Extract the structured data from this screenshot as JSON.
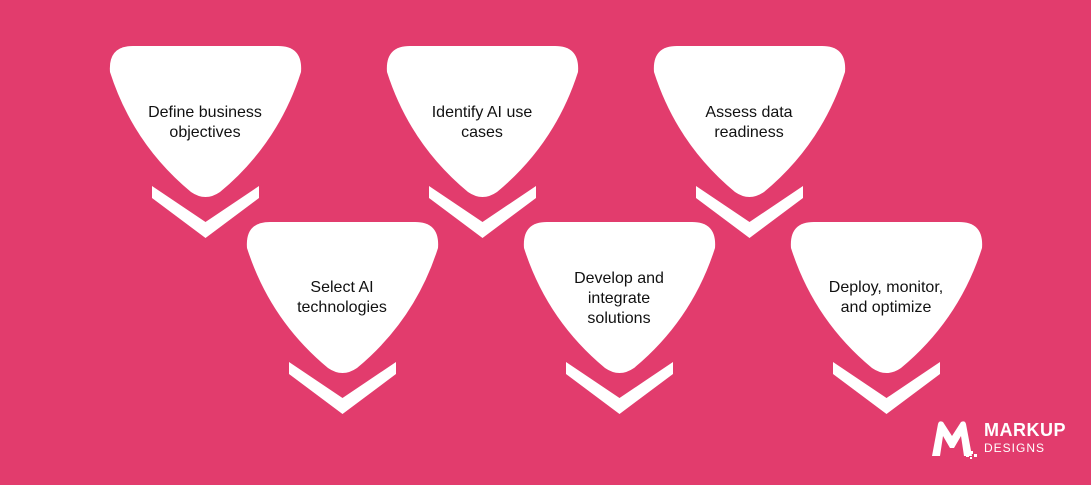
{
  "steps": [
    {
      "label": "Define business objectives"
    },
    {
      "label": "Identify AI use cases"
    },
    {
      "label": "Assess data readiness"
    },
    {
      "label": "Select AI technologies"
    },
    {
      "label": "Develop and integrate solutions"
    },
    {
      "label": "Deploy, monitor, and optimize"
    }
  ],
  "logo": {
    "brand_top": "MARKUP",
    "brand_bottom": "DESIGNS"
  },
  "colors": {
    "background": "#e23c6d",
    "shape_fill": "#ffffff",
    "text": "#111111"
  }
}
